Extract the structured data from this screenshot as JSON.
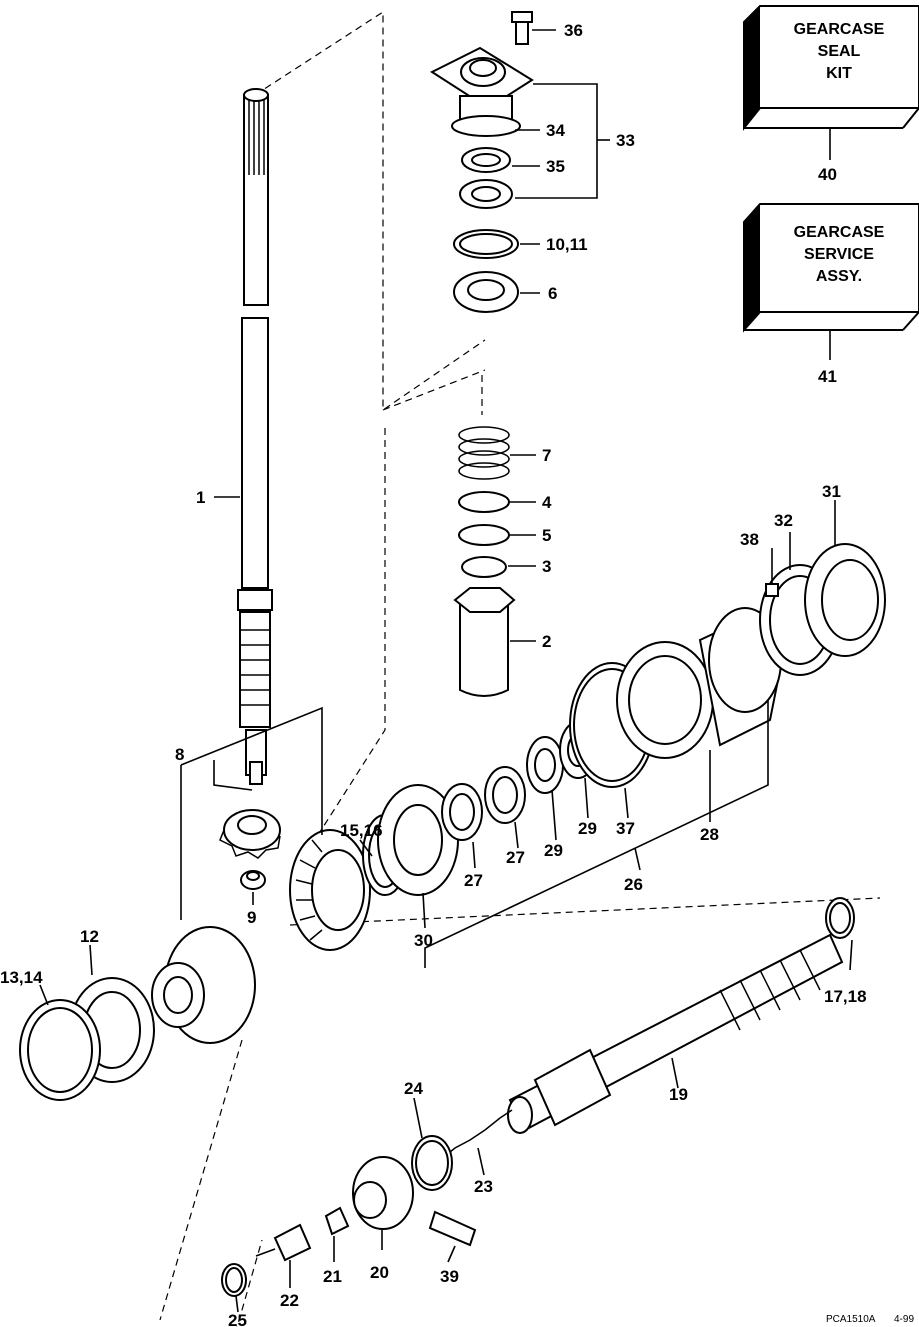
{
  "diagram": {
    "callouts": [
      {
        "id": "c1",
        "label": "1"
      },
      {
        "id": "c2",
        "label": "2"
      },
      {
        "id": "c3",
        "label": "3"
      },
      {
        "id": "c4",
        "label": "4"
      },
      {
        "id": "c5",
        "label": "5"
      },
      {
        "id": "c6",
        "label": "6"
      },
      {
        "id": "c7",
        "label": "7"
      },
      {
        "id": "c8",
        "label": "8"
      },
      {
        "id": "c9",
        "label": "9"
      },
      {
        "id": "c10_11",
        "label": "10,11"
      },
      {
        "id": "c12",
        "label": "12"
      },
      {
        "id": "c13_14",
        "label": "13,14"
      },
      {
        "id": "c15_16",
        "label": "15,16"
      },
      {
        "id": "c17_18",
        "label": "17,18"
      },
      {
        "id": "c19",
        "label": "19"
      },
      {
        "id": "c20",
        "label": "20"
      },
      {
        "id": "c21",
        "label": "21"
      },
      {
        "id": "c22",
        "label": "22"
      },
      {
        "id": "c23",
        "label": "23"
      },
      {
        "id": "c24",
        "label": "24"
      },
      {
        "id": "c25",
        "label": "25"
      },
      {
        "id": "c26",
        "label": "26"
      },
      {
        "id": "c27a",
        "label": "27"
      },
      {
        "id": "c27b",
        "label": "27"
      },
      {
        "id": "c28",
        "label": "28"
      },
      {
        "id": "c29a",
        "label": "29"
      },
      {
        "id": "c29b",
        "label": "29"
      },
      {
        "id": "c30",
        "label": "30"
      },
      {
        "id": "c31",
        "label": "31"
      },
      {
        "id": "c32",
        "label": "32"
      },
      {
        "id": "c33",
        "label": "33"
      },
      {
        "id": "c34",
        "label": "34"
      },
      {
        "id": "c35",
        "label": "35"
      },
      {
        "id": "c36",
        "label": "36"
      },
      {
        "id": "c37",
        "label": "37"
      },
      {
        "id": "c38",
        "label": "38"
      },
      {
        "id": "c39",
        "label": "39"
      },
      {
        "id": "c40",
        "label": "40"
      },
      {
        "id": "c41",
        "label": "41"
      }
    ],
    "kits": [
      {
        "id": "seal_kit",
        "lines": [
          "GEARCASE",
          "SEAL",
          "KIT"
        ]
      },
      {
        "id": "service_assy",
        "lines": [
          "GEARCASE",
          "SERVICE",
          "ASSY."
        ]
      }
    ],
    "footer": {
      "code": "PCA1510A",
      "date": "4-99"
    }
  }
}
